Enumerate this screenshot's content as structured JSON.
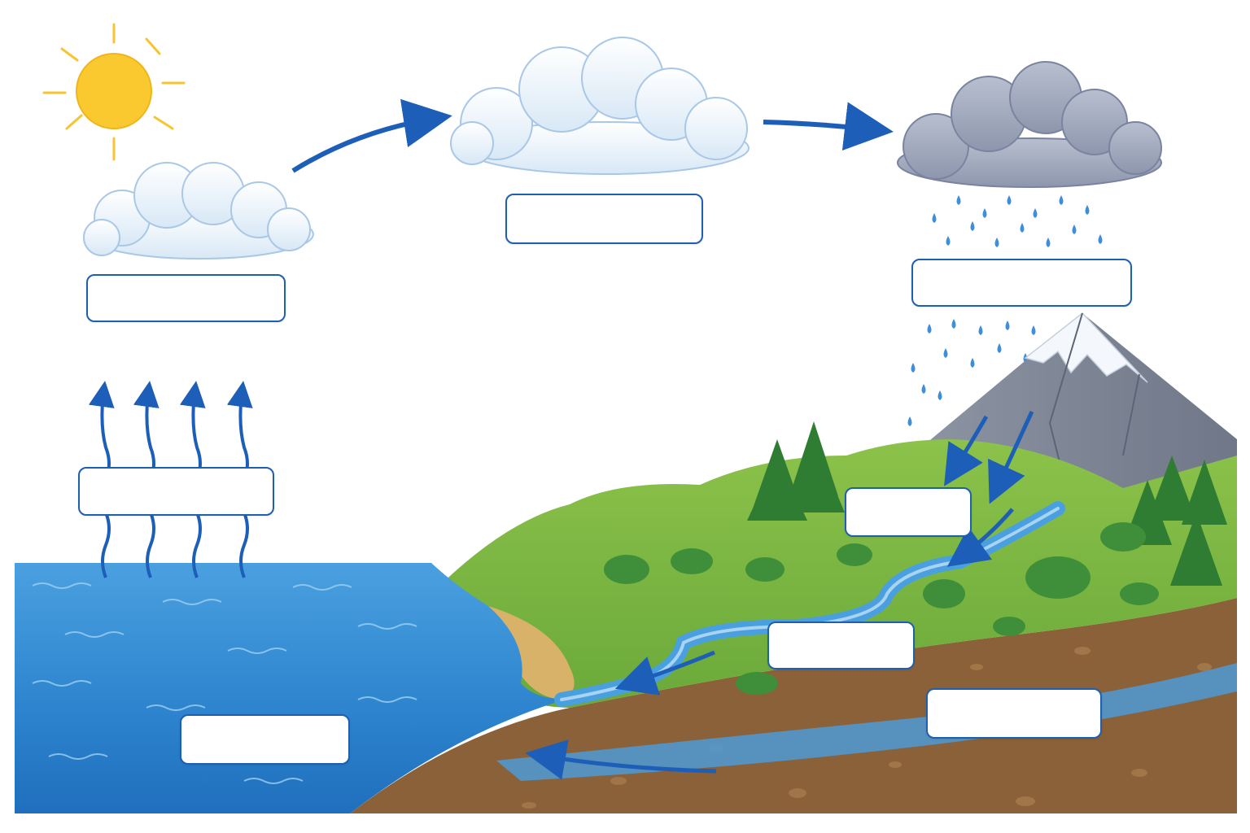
{
  "diagram": {
    "topic": "water-cycle",
    "colors": {
      "arrow": "#1d5fb8",
      "ocean": "#2f86cf",
      "ocean_deep": "#1f6fbd",
      "grass": "#7cb342",
      "soil": "#8a6138",
      "sand": "#d9b26a",
      "sun": "#f7c531",
      "label_border": "#1f5fb0"
    },
    "elements": [
      "sun",
      "small-cloud",
      "white-cloud",
      "rain-cloud",
      "raindrops",
      "snowy-mountain",
      "hills",
      "trees",
      "river",
      "ocean",
      "beach",
      "soil",
      "groundwater"
    ],
    "label_boxes": [
      {
        "id": "label-small-cloud",
        "text": ""
      },
      {
        "id": "label-white-cloud",
        "text": ""
      },
      {
        "id": "label-rain-cloud",
        "text": ""
      },
      {
        "id": "label-evaporation-arrows",
        "text": ""
      },
      {
        "id": "label-mountain-runoff",
        "text": ""
      },
      {
        "id": "label-river",
        "text": ""
      },
      {
        "id": "label-groundwater",
        "text": ""
      },
      {
        "id": "label-ocean",
        "text": ""
      }
    ]
  }
}
